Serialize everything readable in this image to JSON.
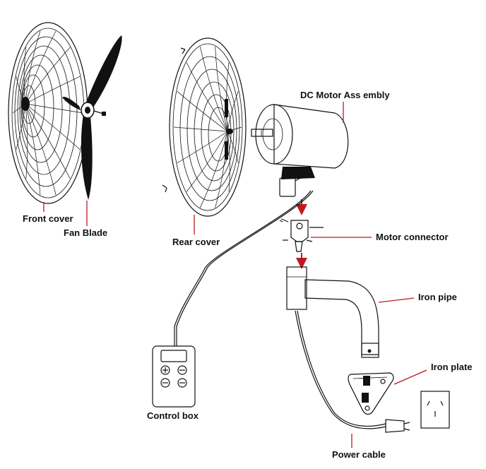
{
  "labels": {
    "front_cover": "Front cover",
    "fan_blade": "Fan Blade",
    "rear_cover": "Rear cover",
    "dc_motor": "DC Motor Ass embly",
    "motor_connector": "Motor connector",
    "iron_pipe": "Iron pipe",
    "iron_plate": "Iron plate",
    "control_box": "Control box",
    "power_cable": "Power cable"
  },
  "colors": {
    "line": "#111111",
    "leader": "#c01820",
    "arrow": "#c01820",
    "background": "#ffffff"
  },
  "icons": {
    "control_plus": "plus-icon",
    "control_minus": "minus-icon",
    "socket": "wall-socket-icon"
  }
}
